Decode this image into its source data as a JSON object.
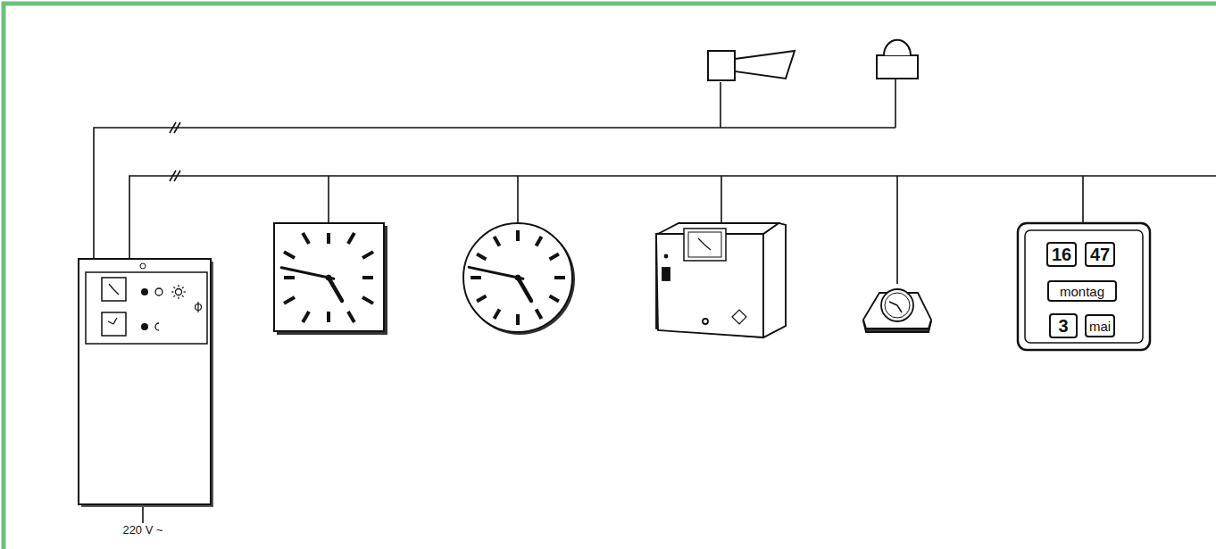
{
  "diagram": {
    "nodes": [
      {
        "text": [
          "16"
        ]
      },
      {
        "text": [
          "47"
        ]
      },
      {
        "text": [
          "montag"
        ]
      },
      {
        "text": [
          "3"
        ]
      },
      {
        "text": [
          "mai"
        ]
      }
    ],
    "labels": [
      "220 V ~"
    ]
  }
}
